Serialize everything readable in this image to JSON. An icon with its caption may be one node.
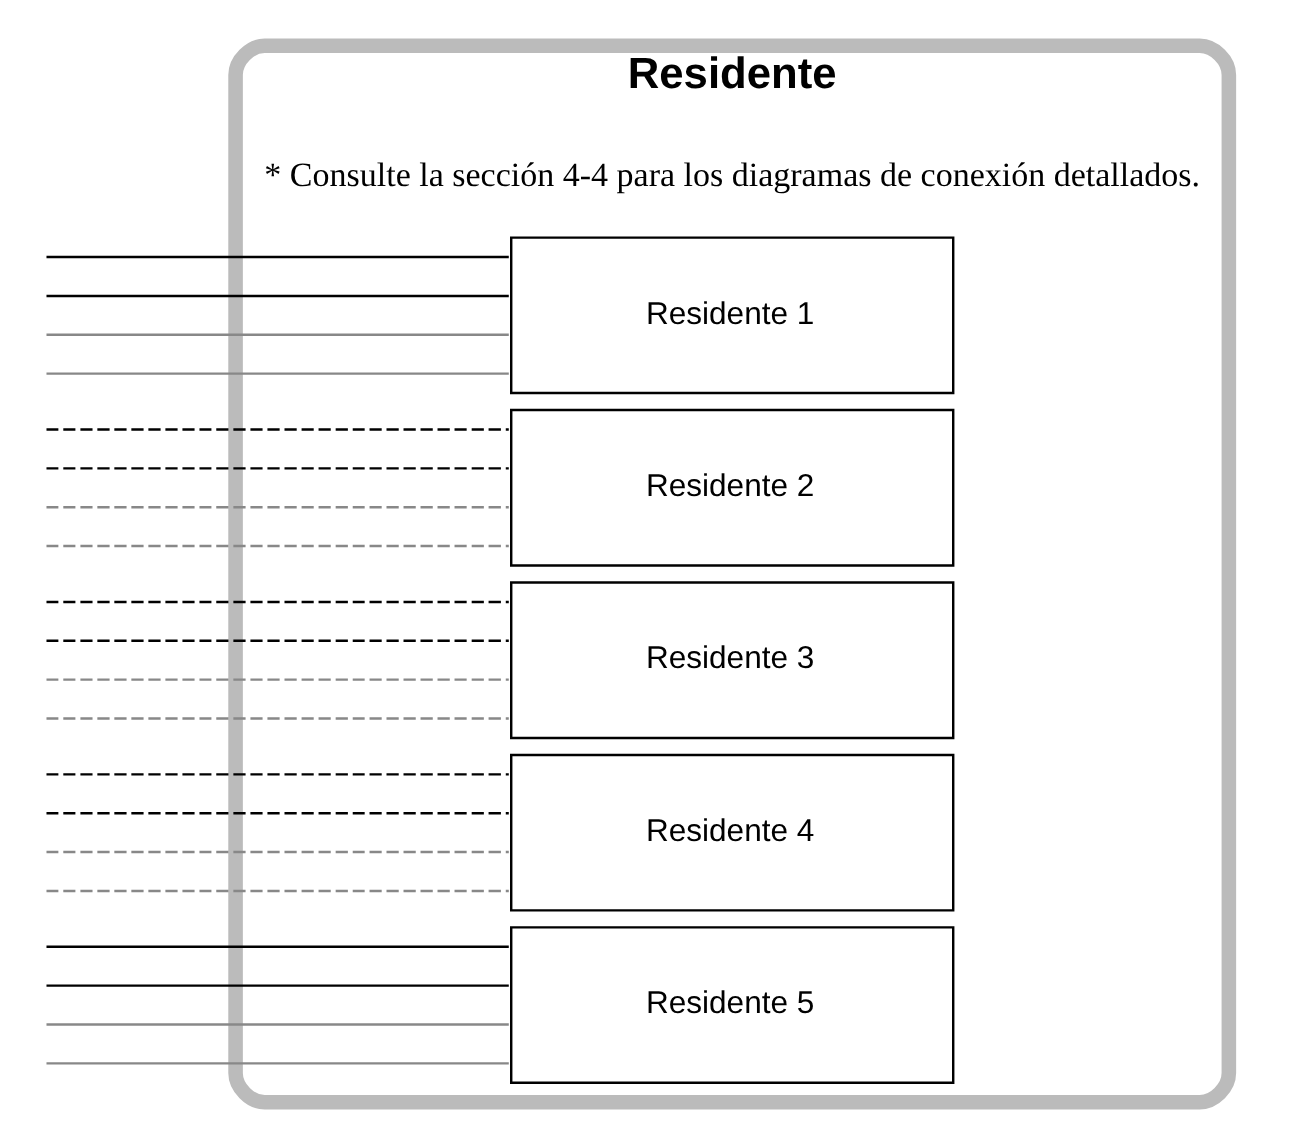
{
  "diagram": {
    "nodes": [
      {
        "text": [
          "Residente"
        ]
      },
      {
        "text": [
          "Residente 1"
        ],
        "in": 0
      },
      {
        "text": [
          "Residente 2"
        ],
        "in": 0
      },
      {
        "text": [
          "Residente 3"
        ],
        "in": 0
      },
      {
        "text": [
          "Residente 4"
        ],
        "in": 0
      },
      {
        "text": [
          "Residente 5"
        ],
        "in": 0
      }
    ],
    "edges": [
      {
        "from": null,
        "to": 1,
        "arrow": "none"
      },
      {
        "from": null,
        "to": 1,
        "arrow": "none"
      },
      {
        "from": null,
        "to": 1,
        "arrow": "none",
        "color": "#888888"
      },
      {
        "from": null,
        "to": 1,
        "arrow": "none",
        "color": "#888888"
      },
      {
        "from": null,
        "to": 2,
        "arrow": "none",
        "style": "dashed"
      },
      {
        "from": null,
        "to": 2,
        "arrow": "none",
        "style": "dashed"
      },
      {
        "from": null,
        "to": 2,
        "arrow": "none",
        "style": "dashed",
        "color": "#888888"
      },
      {
        "from": null,
        "to": 2,
        "arrow": "none",
        "style": "dashed",
        "color": "#888888"
      },
      {
        "from": null,
        "to": 3,
        "arrow": "none",
        "style": "dashed"
      },
      {
        "from": null,
        "to": 3,
        "arrow": "none",
        "style": "dashed"
      },
      {
        "from": null,
        "to": 3,
        "arrow": "none",
        "style": "dashed",
        "color": "#888888"
      },
      {
        "from": null,
        "to": 3,
        "arrow": "none",
        "style": "dashed",
        "color": "#888888"
      },
      {
        "from": null,
        "to": 4,
        "arrow": "none",
        "style": "dashed"
      },
      {
        "from": null,
        "to": 4,
        "arrow": "none",
        "style": "dashed"
      },
      {
        "from": null,
        "to": 4,
        "arrow": "none",
        "style": "dashed",
        "color": "#888888"
      },
      {
        "from": null,
        "to": 4,
        "arrow": "none",
        "style": "dashed",
        "color": "#888888"
      },
      {
        "from": null,
        "to": 5,
        "arrow": "none"
      },
      {
        "from": null,
        "to": 5,
        "arrow": "none"
      },
      {
        "from": null,
        "to": 5,
        "arrow": "none",
        "color": "#888888"
      },
      {
        "from": null,
        "to": 5,
        "arrow": "none",
        "color": "#888888"
      }
    ],
    "labels": [
      "* Consulte la sección 4-4 para los diagramas de conexión detallados."
    ]
  }
}
